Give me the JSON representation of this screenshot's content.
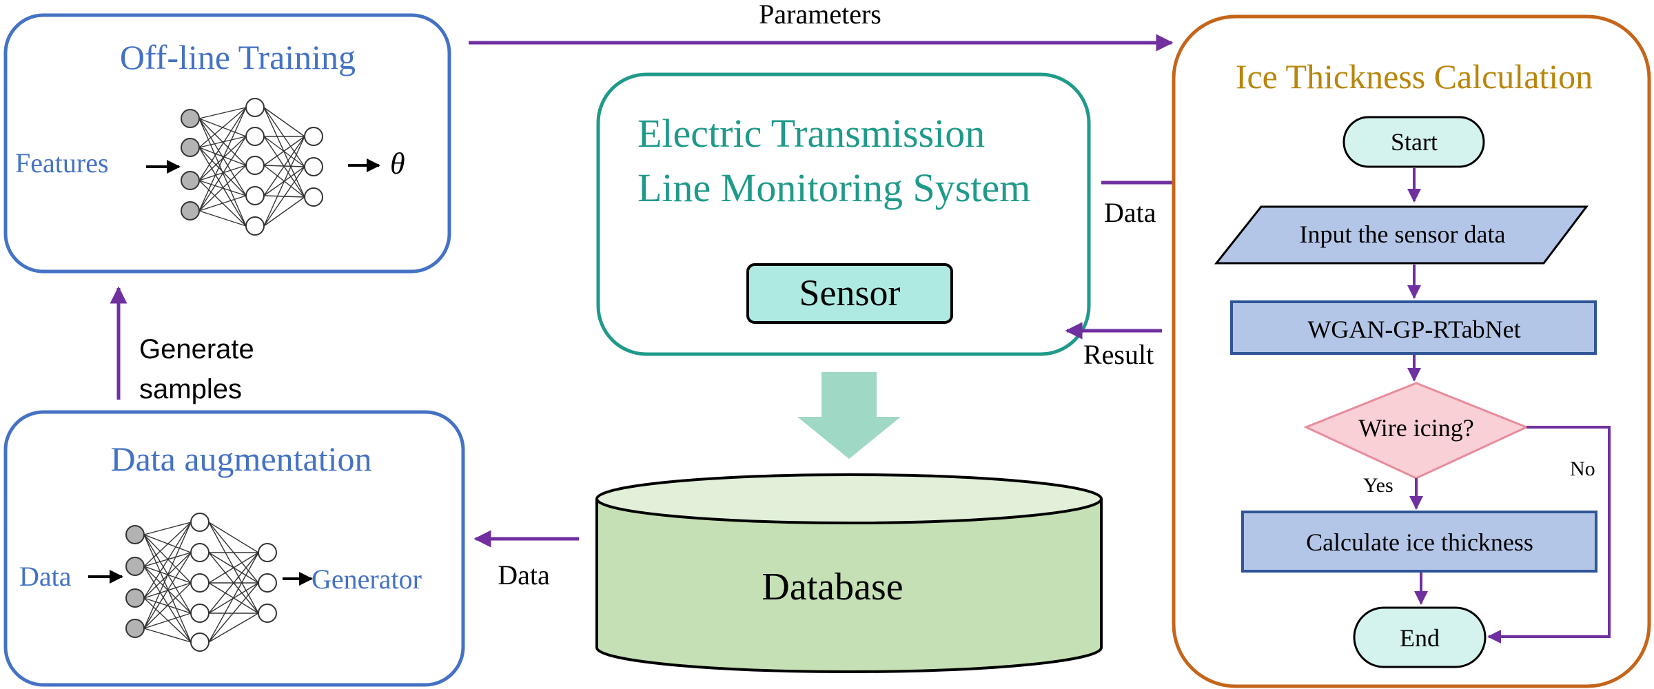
{
  "colors": {
    "blue_box": "#4472c4",
    "blue_text": "#4472c4",
    "teal": "#1f9a8a",
    "orange": "#c5651a",
    "gold_text": "#b8860b",
    "purple": "#7030a0",
    "cyan_fill": "#aeeae2",
    "lavender_fill": "#b4c6e7",
    "pink_fill": "#f8d0d6",
    "pink_stroke": "#e88c9b",
    "green_fill": "#c5e0b4",
    "neuron_gray": "#b3b3b3"
  },
  "offline": {
    "title": "Off-line Training",
    "input_label": "Features",
    "output_label": "θ"
  },
  "augment": {
    "title": "Data augmentation",
    "input_label": "Data",
    "output_label": "Generator"
  },
  "etlms": {
    "title_line1": "Electric Transmission",
    "title_line2": "Line Monitoring System",
    "sensor": "Sensor"
  },
  "database": {
    "label": "Database"
  },
  "ice": {
    "title": "Ice Thickness Calculation",
    "start": "Start",
    "input": "Input the sensor data",
    "model": "WGAN-GP-RTabNet",
    "decision": "Wire icing?",
    "yes": "Yes",
    "no": "No",
    "calculate": "Calculate ice thickness",
    "end": "End"
  },
  "edges": {
    "parameters": "Parameters",
    "data_to_ice": "Data",
    "result": "Result",
    "data_to_aug": "Data",
    "generate_line1": "Generate",
    "generate_line2": "samples"
  }
}
